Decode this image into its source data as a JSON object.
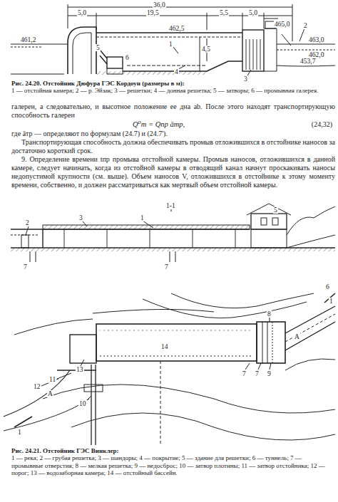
{
  "diagram": {
    "labels": [
      "36,0",
      "5,0",
      "19,5",
      "5,5",
      "5,0",
      "461,2",
      "462,5",
      "465,0",
      "463,0",
      "462,0",
      "453,7",
      "4,5",
      "1",
      "2",
      "3",
      "4",
      "5",
      "6",
      "Рис. 24.20. Отстойник Дюфура ГЭС Кордоун (размеры в м):",
      "1 — отстойная камера; 2 — р. Эйзак; 3 — решетки; 4 — донная решетка; 5 — затворы; 6 — промывная галерея.",
      "галерен, а следовательно, и высотное положение ее дна ab. После этого находят транспортирующую способность галереи",
      "Q⁰т = Qпр āтр,",
      "(24,32)",
      "где āтр — определяют по формулам (24.7) и (24.7').",
      "Транспортирующая способность должна обеспечивать промыв отложившихся в отстойнике наносов за достаточно короткий срок.",
      "9. Определение времени tпр промыва отстойной камеры. Промыв наносов, отложившихся в данной камере, следует начинать, когда из отстойной камеры в отводящий канал начнут проскакивать наносы недопустимой крупности (см. выше). Объем наносов V, отложившихся в отстойнике к этому моменту времени, собственно, и должен рассматриваться как мертвый объем отстойной камеры.",
      "1-1",
      "2",
      "3",
      "1",
      "5",
      "7",
      "7",
      "6",
      "1",
      "8",
      "A",
      "7",
      "7",
      "9",
      "14",
      "13",
      "11",
      "12",
      "A",
      "10",
      "1",
      "Рис. 24.21. Отстойник ГЭС Винклер:",
      "1 — река; 2 — грубая решетка; 3 — шандоры; 4 — покрытие; 5 — здание для решетки; 6 — туннель; 7 — промывные отверстия; 8 — мелкая решетка; 9 — недосброс; 10 — затвор плотины; 11 — затвор отстойника; 12 — порог; 13 — водозаборная камера; 14 — отстойный бассейн."
    ]
  }
}
